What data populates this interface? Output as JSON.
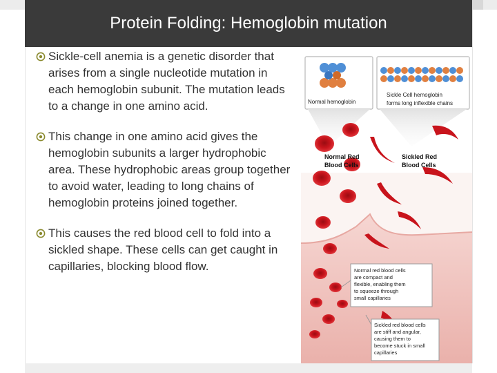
{
  "slide": {
    "title": "Protein Folding: Hemoglobin mutation",
    "bullets": [
      "Sickle-cell anemia is a genetic disorder that arises from a single nucleotide mutation in each hemoglobin subunit. The mutation leads to a change in one amino acid.",
      "This change in one amino acid gives the hemoglobin subunits a larger hydrophobic area. These hydrophobic areas group together to avoid water, leading to long chains of hemoglobin proteins joined together.",
      "This causes the red blood cell to fold into a sickled shape. These cells can get caught in capillaries, blocking blood flow."
    ]
  },
  "figure": {
    "normal_hemoglobin_label": "Normal hemoglobin",
    "sickle_hemoglobin_label_1": "Sickle Cell hemoglobin",
    "sickle_hemoglobin_label_2": "forms long inflexible chains",
    "normal_cells_label_1": "Normal Red",
    "normal_cells_label_2": "Blood Cells",
    "sickled_cells_label_1": "Sickled Red",
    "sickled_cells_label_2": "Blood Cells",
    "normal_callout": [
      "Normal red blood cells",
      "are compact and",
      "flexible, enabling them",
      "to squeeze through",
      "small capillaries"
    ],
    "sickled_callout": [
      "Sickled red blood cells",
      "are stiff and angular,",
      "causing them to",
      "become stuck in small",
      "capillaries"
    ]
  },
  "colors": {
    "title_bg": "#3a3a3a",
    "cell_red": "#c8141c",
    "vessel": "#f2c8c4"
  }
}
